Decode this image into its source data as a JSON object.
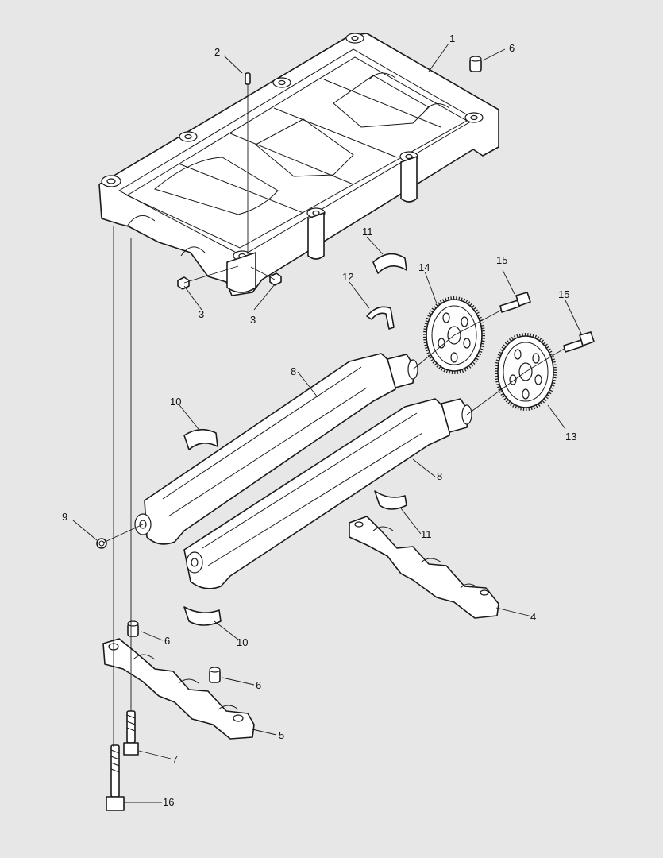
{
  "callouts": {
    "c1": "1",
    "c2": "2",
    "c3a": "3",
    "c3b": "3",
    "c4": "4",
    "c5": "5",
    "c6a": "6",
    "c6b": "6",
    "c6c": "6",
    "c7": "7",
    "c8a": "8",
    "c8b": "8",
    "c9": "9",
    "c10a": "10",
    "c10b": "10",
    "c11a": "11",
    "c11b": "11",
    "c12": "12",
    "c13": "13",
    "c14": "14",
    "c15a": "15",
    "c15b": "15",
    "c16": "16"
  }
}
